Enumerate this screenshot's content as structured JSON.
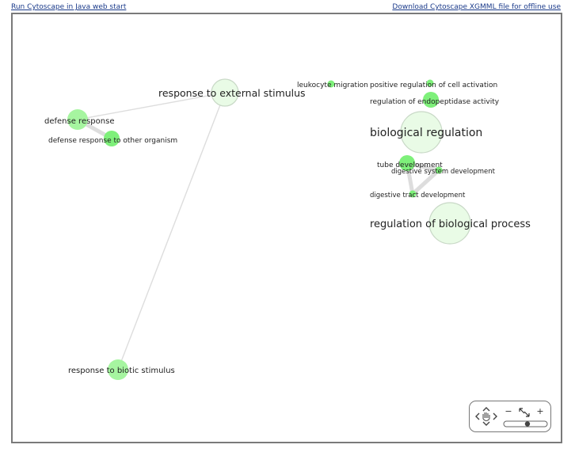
{
  "header": {
    "left_link": "Run Cytoscape in Java web start",
    "right_link": "Download Cytoscape XGMML file for offline use"
  },
  "colors": {
    "node_fill_light": "#e9fbe6",
    "node_fill": "#a6f5a0",
    "node_fill_strong": "#7ef07a",
    "node_stroke": "#c8d8c6",
    "edge": "#dddddd",
    "label": "#222222"
  },
  "graph": {
    "nodes": [
      {
        "id": "response-to-external-stimulus",
        "label": "response to external stimulus",
        "size": "large",
        "shade": "light"
      },
      {
        "id": "defense-response",
        "label": "defense response",
        "size": "medium",
        "shade": "mid"
      },
      {
        "id": "defense-response-to-other-organism",
        "label": "defense response to other organism",
        "size": "small",
        "shade": "strong"
      },
      {
        "id": "response-to-biotic-stimulus",
        "label": "response to biotic stimulus",
        "size": "medium",
        "shade": "mid"
      },
      {
        "id": "leukocyte-migration",
        "label": "leukocyte migration",
        "size": "tiny",
        "shade": "strong"
      },
      {
        "id": "positive-regulation-of-cell-activation",
        "label": "positive regulation of cell activation",
        "size": "tiny",
        "shade": "strong"
      },
      {
        "id": "regulation-of-endopeptidase-activity",
        "label": "regulation of endopeptidase activity",
        "size": "small",
        "shade": "strong"
      },
      {
        "id": "biological-regulation",
        "label": "biological regulation",
        "size": "huge",
        "shade": "light"
      },
      {
        "id": "tube-development",
        "label": "tube development",
        "size": "small",
        "shade": "strong"
      },
      {
        "id": "digestive-system-development",
        "label": "digestive system development",
        "size": "tiny",
        "shade": "strong"
      },
      {
        "id": "digestive-tract-development",
        "label": "digestive tract development",
        "size": "tiny",
        "shade": "strong"
      },
      {
        "id": "regulation-of-biological-process",
        "label": "regulation of biological process",
        "size": "huge",
        "shade": "light"
      }
    ],
    "edges": [
      {
        "source": "defense-response",
        "target": "response-to-external-stimulus",
        "weight": "thin"
      },
      {
        "source": "defense-response",
        "target": "defense-response-to-other-organism",
        "weight": "thick"
      },
      {
        "source": "response-to-external-stimulus",
        "target": "response-to-biotic-stimulus",
        "weight": "thin"
      },
      {
        "source": "tube-development",
        "target": "digestive-system-development",
        "weight": "thick"
      },
      {
        "source": "tube-development",
        "target": "digestive-tract-development",
        "weight": "thick"
      },
      {
        "source": "digestive-system-development",
        "target": "digestive-tract-development",
        "weight": "thick"
      }
    ]
  },
  "navigator": {
    "zoom_out_label": "−",
    "zoom_in_label": "+",
    "zoom_level": 0.55
  }
}
